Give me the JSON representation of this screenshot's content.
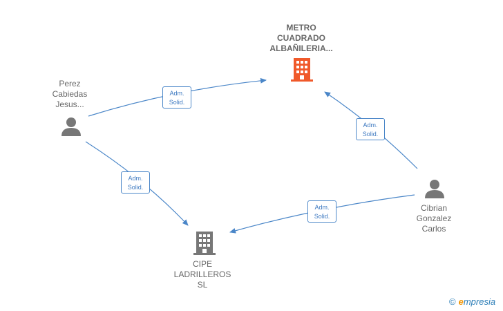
{
  "nodes": {
    "metro": {
      "lines": [
        "METRO",
        "CUADRADO",
        "ALBAÑILERIA..."
      ],
      "icon": "building-icon",
      "color": "#f0592a"
    },
    "perez": {
      "lines": [
        "Perez",
        "Cabiedas",
        "Jesus..."
      ],
      "icon": "person-icon",
      "color": "#777777"
    },
    "cibrian": {
      "lines": [
        "Cibrian",
        "Gonzalez",
        "Carlos"
      ],
      "icon": "person-icon",
      "color": "#777777"
    },
    "cipe": {
      "lines": [
        "CIPE",
        "LADRILLEROS",
        "SL"
      ],
      "icon": "building-icon",
      "color": "#777777"
    }
  },
  "edges": [
    {
      "from": "perez",
      "to": "metro",
      "label": [
        "Adm.",
        "Solid."
      ]
    },
    {
      "from": "perez",
      "to": "cipe",
      "label": [
        "Adm.",
        "Solid."
      ]
    },
    {
      "from": "cibrian",
      "to": "metro",
      "label": [
        "Adm.",
        "Solid."
      ]
    },
    {
      "from": "cibrian",
      "to": "cipe",
      "label": [
        "Adm.",
        "Solid."
      ]
    }
  ],
  "edge_color": "#4a86c8",
  "brand": {
    "copyright": "©",
    "initial": "e",
    "rest": "mpresia"
  }
}
